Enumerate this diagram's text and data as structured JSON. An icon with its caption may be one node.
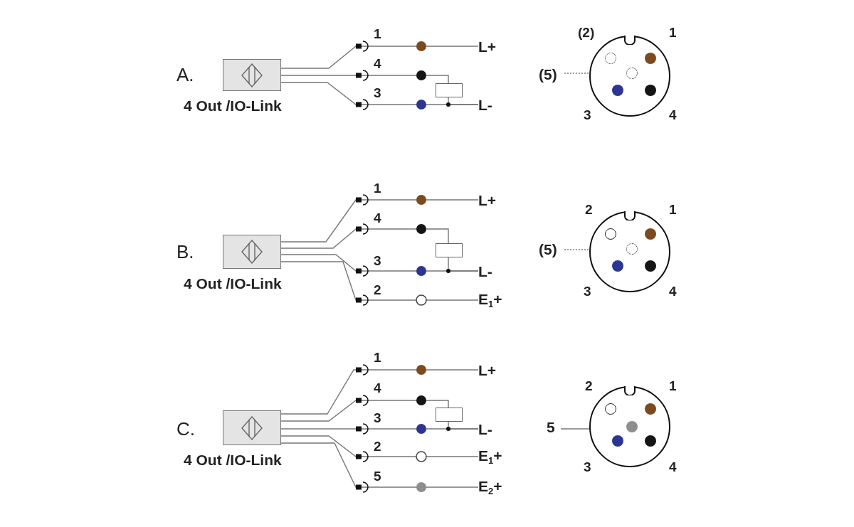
{
  "diagram": {
    "nodes": [
      {
        "text": [],
        "shape": "box",
        "beside": [
          "4 Out /IO-Link"
        ]
      },
      {
        "text": [
          "L+"
        ]
      },
      {
        "text": [],
        "shape": "box"
      },
      {
        "text": [
          "L-"
        ]
      },
      {
        "text": [],
        "shape": "circle"
      },
      {
        "text": [
          "(5)"
        ]
      },
      {
        "text": [],
        "shape": "circle",
        "in": 4
      },
      {
        "text": [],
        "shape": "box",
        "beside": [
          "4 Out /IO-Link"
        ]
      },
      {
        "text": [
          "L+"
        ]
      },
      {
        "text": [],
        "shape": "box"
      },
      {
        "text": [
          "L-"
        ]
      },
      {
        "text": [
          "E$_{1}$+"
        ]
      },
      {
        "text": [],
        "shape": "circle"
      },
      {
        "text": [
          "(5)"
        ]
      },
      {
        "text": [],
        "shape": "circle",
        "in": 12
      },
      {
        "text": [],
        "shape": "box",
        "beside": [
          "4 Out /IO-Link"
        ]
      },
      {
        "text": [
          "L+"
        ]
      },
      {
        "text": [],
        "shape": "box"
      },
      {
        "text": [
          "L-"
        ]
      },
      {
        "text": [
          "E$_{1}$+"
        ]
      },
      {
        "text": [
          "E$_{2}$+"
        ]
      },
      {
        "text": [],
        "shape": "circle"
      },
      {
        "text": [
          "5"
        ]
      },
      {
        "text": [],
        "shape": "circle",
        "in": 21
      },
      {
        "text": [],
        "shape": "circle",
        "in": 4
      },
      {
        "text": [],
        "shape": "circle",
        "in": 4
      },
      {
        "text": [],
        "shape": "circle",
        "in": 4
      },
      {
        "text": [],
        "shape": "circle",
        "in": 4
      },
      {
        "text": [],
        "shape": "circle",
        "in": 12
      },
      {
        "text": [],
        "shape": "circle",
        "in": 12
      },
      {
        "text": [],
        "shape": "circle",
        "in": 12
      },
      {
        "text": [],
        "shape": "circle",
        "in": 12
      },
      {
        "text": [],
        "shape": "circle",
        "in": 21
      },
      {
        "text": [],
        "shape": "circle",
        "in": 21
      },
      {
        "text": [],
        "shape": "circle",
        "in": 21
      },
      {
        "text": [],
        "shape": "circle",
        "in": 21
      }
    ],
    "edges": [
      {
        "from": 0,
        "to": 1,
        "arrow": "none"
      },
      {
        "from": 0,
        "to": 2,
        "arrow": "none"
      },
      {
        "from": 2,
        "to": 3,
        "arrow": "none"
      },
      {
        "from": 0,
        "to": 3,
        "arrow": "none"
      },
      {
        "from": 5,
        "to": 6,
        "arrow": "none",
        "style": "dashed"
      },
      {
        "from": 7,
        "to": 8,
        "arrow": "none"
      },
      {
        "from": 7,
        "to": 9,
        "arrow": "none"
      },
      {
        "from": 9,
        "to": 10,
        "arrow": "none"
      },
      {
        "from": 7,
        "to": 10,
        "arrow": "none"
      },
      {
        "from": 7,
        "to": 11,
        "arrow": "none"
      },
      {
        "from": 13,
        "to": 14,
        "arrow": "none",
        "style": "dashed"
      },
      {
        "from": 15,
        "to": 16,
        "arrow": "none"
      },
      {
        "from": 15,
        "to": 17,
        "arrow": "none"
      },
      {
        "from": 17,
        "to": 18,
        "arrow": "none"
      },
      {
        "from": 15,
        "to": 18,
        "arrow": "none"
      },
      {
        "from": 15,
        "to": 19,
        "arrow": "none"
      },
      {
        "from": 15,
        "to": 20,
        "arrow": "none"
      },
      {
        "from": 22,
        "to": 23,
        "arrow": "none"
      }
    ],
    "labels": [
      "A.",
      "1",
      "4",
      "3",
      "(2)",
      "1",
      "3",
      "4",
      "B.",
      "1",
      "4",
      "3",
      "2",
      "2",
      "1",
      "3",
      "4",
      "C.",
      "1",
      "4",
      "3",
      "2",
      "5",
      "2",
      "1",
      "3",
      "4"
    ]
  }
}
